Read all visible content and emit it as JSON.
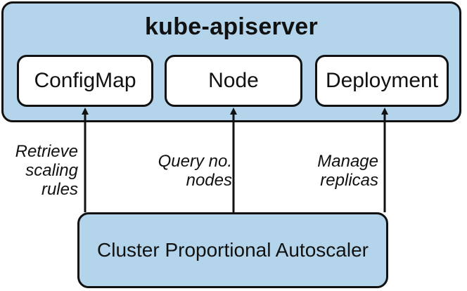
{
  "apiserver": {
    "title": "kube-apiserver",
    "resources": {
      "configmap": "ConfigMap",
      "node": "Node",
      "deployment": "Deployment"
    }
  },
  "autoscaler": {
    "label": "Cluster Proportional Autoscaler"
  },
  "edges": {
    "retrieve": [
      "Retrieve",
      "scaling",
      "rules"
    ],
    "query": [
      "Query no.",
      "nodes"
    ],
    "manage": [
      "Manage",
      "replicas"
    ]
  },
  "colors": {
    "box_fill": "#b3d4ea",
    "inner_box_fill": "#ffffff",
    "stroke": "#111111"
  }
}
